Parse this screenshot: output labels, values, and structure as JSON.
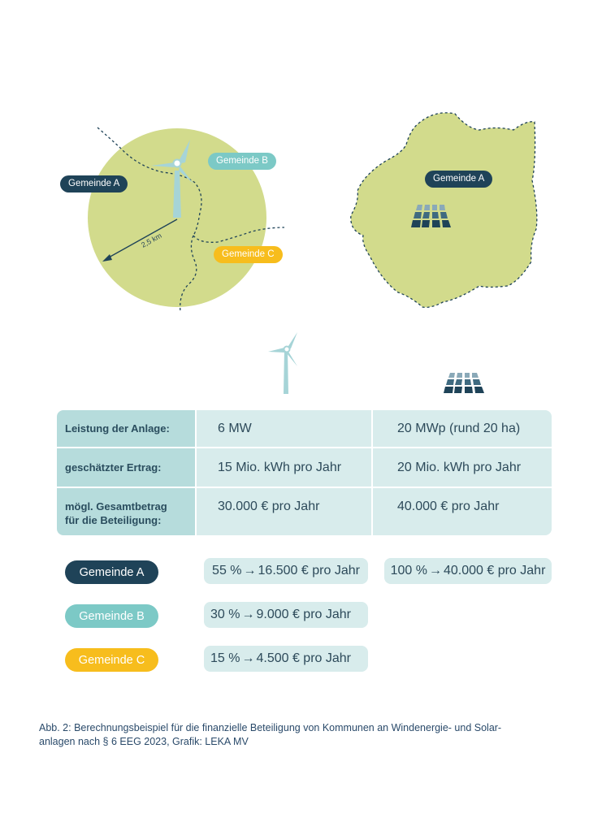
{
  "colors": {
    "area_fill": "#d2db8c",
    "dark_navy": "#1f4358",
    "teal": "#7cc9c6",
    "yellow": "#f7bd1d",
    "table_label_bg": "#b6dcdc",
    "table_value_bg": "#d8ecec",
    "solar_panel": "#1f4358",
    "turbine": "#a6d4d7"
  },
  "icons": [
    "wind-turbine-icon",
    "solar-panel-icon"
  ],
  "wind_map": {
    "gemeinde_a": "Gemeinde A",
    "gemeinde_b": "Gemeinde B",
    "gemeinde_c": "Gemeinde C",
    "radius_label": "2,5 km"
  },
  "solar_map": {
    "gemeinde_a": "Gemeinde A"
  },
  "table": {
    "row1": {
      "label": "Leistung der Anlage:",
      "wind": "6 MW",
      "solar": "20 MWp (rund 20 ha)"
    },
    "row2": {
      "label": "geschätzter Ertrag:",
      "wind": "15 Mio. kWh pro Jahr",
      "solar": "20 Mio. kWh pro Jahr"
    },
    "row3": {
      "label_line1": "mögl. Gesamtbetrag",
      "label_line2": "für die Beteiligung:",
      "wind": "30.000 € pro Jahr",
      "solar": "40.000 € pro Jahr"
    }
  },
  "results": {
    "a": {
      "name": "Gemeinde A",
      "wind_pct": "55 %",
      "wind_amount": "16.500 € pro Jahr",
      "solar_pct": "100 %",
      "solar_amount": "40.000 € pro Jahr"
    },
    "b": {
      "name": "Gemeinde B",
      "wind_pct": "30 %",
      "wind_amount": "9.000 € pro Jahr"
    },
    "c": {
      "name": "Gemeinde C",
      "wind_pct": "15 %",
      "wind_amount": "4.500 € pro Jahr"
    }
  },
  "caption": {
    "line1": "Abb. 2: Berechnungsbeispiel für die finanzielle Beteiligung von Kommunen an Windenergie- und Solar-",
    "line2": "anlagen nach § 6 EEG 2023, Grafik: LEKA MV"
  }
}
